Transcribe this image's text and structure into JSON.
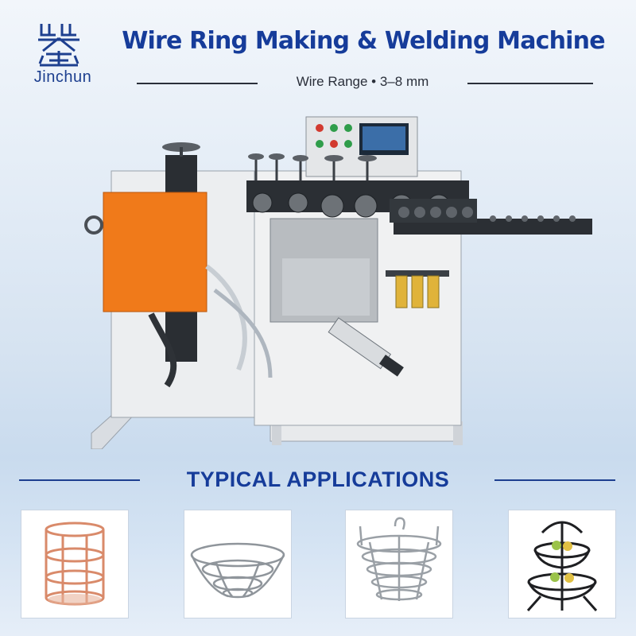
{
  "brand": {
    "name": "Jinchun",
    "logo_icon": "jinchun-logo-icon",
    "color": "#1d3f8f"
  },
  "header": {
    "title": "Wire Ring Making & Welding Machine",
    "subtitle": "Wire Range • 3–8 mm",
    "title_color": "#163c9a"
  },
  "machine": {
    "icon": "wire-ring-machine-image",
    "accent_color": "#f07a1a"
  },
  "applications": {
    "heading": "TYPICAL  APPLICATIONS",
    "items": [
      {
        "icon": "copper-wire-cylinder-basket-icon"
      },
      {
        "icon": "wire-fruit-bowl-icon"
      },
      {
        "icon": "spiral-wire-basket-icon"
      },
      {
        "icon": "two-tier-fruit-stand-icon"
      }
    ]
  }
}
